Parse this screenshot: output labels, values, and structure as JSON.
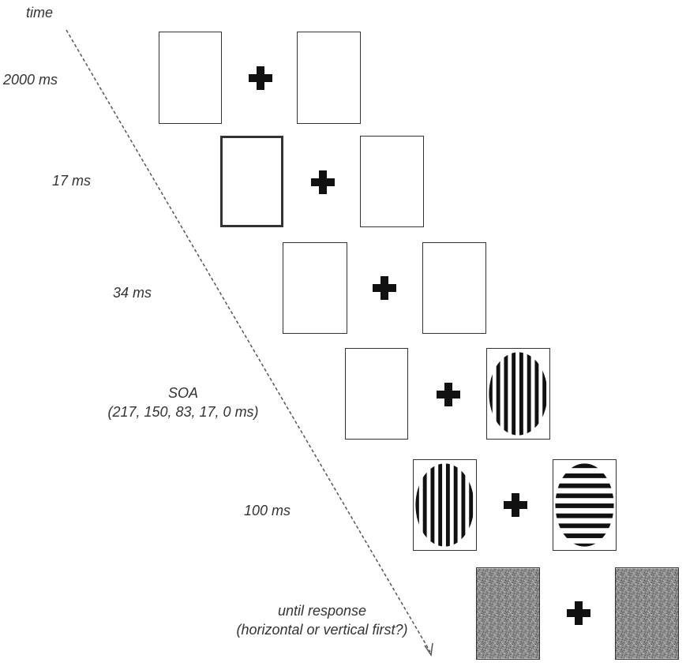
{
  "axis": {
    "label": "time"
  },
  "steps": [
    {
      "duration": "2000 ms"
    },
    {
      "duration": "17 ms"
    },
    {
      "duration": "34 ms"
    },
    {
      "duration": "SOA",
      "duration_detail": "(217, 150, 83, 17, 0 ms)"
    },
    {
      "duration": "100 ms"
    },
    {
      "duration": "until response",
      "duration_detail": "(horizontal or vertical first?)"
    }
  ],
  "stimuli": {
    "left_frames": [
      "empty",
      "empty-bold",
      "empty",
      "empty",
      "vertical-grating",
      "noise"
    ],
    "right_frames": [
      "empty",
      "empty",
      "empty",
      "vertical-grating",
      "horizontal-grating",
      "noise"
    ]
  },
  "colors": {
    "ink": "#111111",
    "frame": "#333333",
    "text": "#333333",
    "noise_base": "#8a8a8a"
  }
}
